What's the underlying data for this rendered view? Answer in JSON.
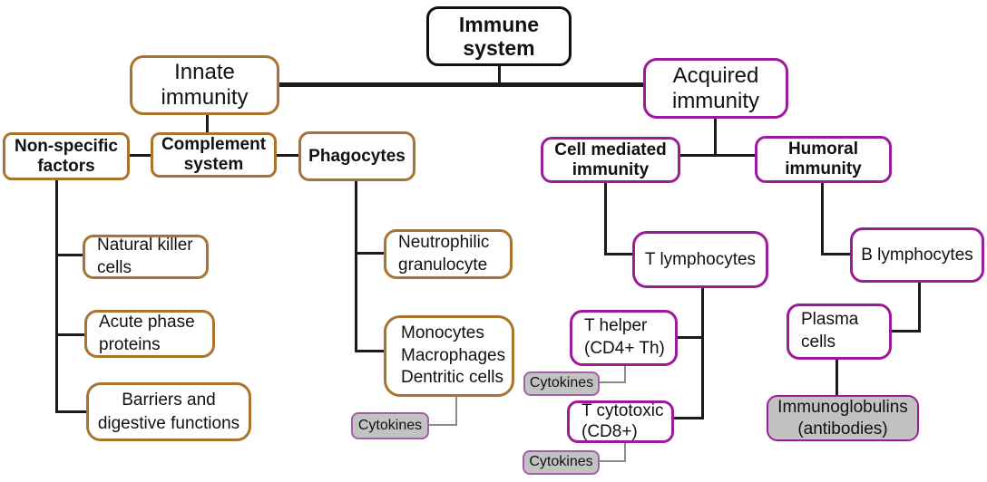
{
  "diagram": {
    "title_node": "Immune system",
    "nodes": {
      "immune_system": "Immune\nsystem",
      "innate_immunity": "Innate\nimmunity",
      "acquired_immunity": "Acquired\nimmunity",
      "nonspecific_factors": "Non-specific\nfactors",
      "complement_system": "Complement\nsystem",
      "phagocytes": "Phagocytes",
      "cell_mediated_immunity": "Cell mediated\nimmunity",
      "humoral_immunity": "Humoral\nimmunity",
      "natural_killer_cells": "Natural killer\ncells",
      "acute_phase_proteins": "Acute phase\nproteins",
      "barriers_digestive_functions": "Barriers and\ndigestive functions",
      "neutrophilic_granulocyte": "Neutrophilic\ngranulocyte",
      "monocytes_macrophages_dentritic_cells": "Monocytes\nMacrophages\nDentritic cells",
      "t_lymphocytes": "T lymphocytes",
      "t_helper": "T helper\n(CD4+ Th)",
      "t_cytotoxic": "T cytotoxic\n(CD8+)",
      "b_lymphocytes": "B lymphocytes",
      "plasma_cells": "Plasma\ncells",
      "immunoglobulins": "Immunoglobulins\n(antibodies)",
      "cytokines_monocytes": "Cytokines",
      "cytokines_t_helper": "Cytokines",
      "cytokines_t_cytotoxic": "Cytokines"
    },
    "edges": [
      [
        "immune_system",
        "innate_immunity"
      ],
      [
        "immune_system",
        "acquired_immunity"
      ],
      [
        "innate_immunity",
        "complement_system"
      ],
      [
        "complement_system",
        "nonspecific_factors"
      ],
      [
        "complement_system",
        "phagocytes"
      ],
      [
        "nonspecific_factors",
        "natural_killer_cells"
      ],
      [
        "nonspecific_factors",
        "acute_phase_proteins"
      ],
      [
        "nonspecific_factors",
        "barriers_digestive_functions"
      ],
      [
        "phagocytes",
        "neutrophilic_granulocyte"
      ],
      [
        "phagocytes",
        "monocytes_macrophages_dentritic_cells"
      ],
      [
        "monocytes_macrophages_dentritic_cells",
        "cytokines_monocytes"
      ],
      [
        "acquired_immunity",
        "cell_mediated_immunity"
      ],
      [
        "acquired_immunity",
        "humoral_immunity"
      ],
      [
        "cell_mediated_immunity",
        "t_lymphocytes"
      ],
      [
        "t_lymphocytes",
        "t_helper"
      ],
      [
        "t_lymphocytes",
        "t_cytotoxic"
      ],
      [
        "t_helper",
        "cytokines_t_helper"
      ],
      [
        "t_cytotoxic",
        "cytokines_t_cytotoxic"
      ],
      [
        "humoral_immunity",
        "b_lymphocytes"
      ],
      [
        "b_lymphocytes",
        "plasma_cells"
      ],
      [
        "plasma_cells",
        "immunoglobulins"
      ]
    ],
    "colors": {
      "innate_branch_border": "#a9742f",
      "acquired_branch_border": "#9c1b9a",
      "root_border": "#111111",
      "cytokines_border": "#a55fa5",
      "gray_fill": "#c3c2c3",
      "connector_line": "#1b1b1b",
      "cytokine_line": "#8b8b8b",
      "background": "#ffffff",
      "text": "#111111"
    }
  }
}
